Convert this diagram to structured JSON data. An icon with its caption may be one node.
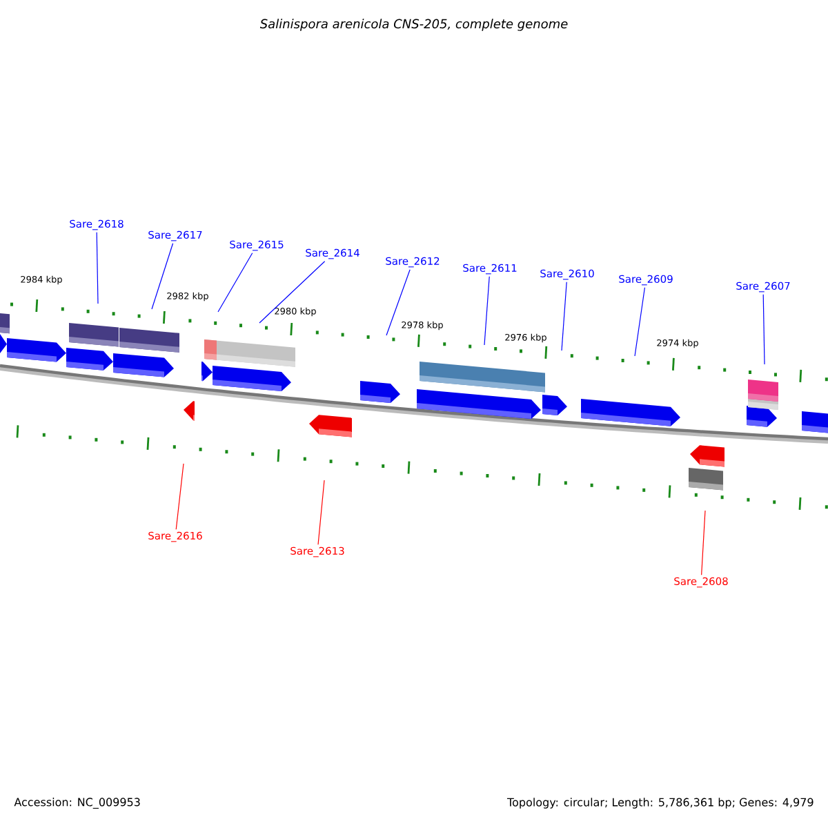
{
  "diagram": {
    "title": "Salinispora arenicola CNS-205, complete genome",
    "nodes": [
      {
        "text": [
          "Sare_2618"
        ]
      },
      {
        "text": [
          "Sare_2617"
        ]
      },
      {
        "text": [
          "Sare_2615"
        ]
      },
      {
        "text": [
          "Sare_2614"
        ]
      },
      {
        "text": [
          "Sare_2612"
        ]
      },
      {
        "text": [
          "Sare_2611"
        ]
      },
      {
        "text": [
          "Sare_2610"
        ]
      },
      {
        "text": [
          "Sare_2609"
        ]
      },
      {
        "text": [
          "Sare_2607"
        ]
      },
      {
        "text": [
          "Sare_2616"
        ]
      },
      {
        "text": [
          "Sare_2613"
        ]
      },
      {
        "text": [
          "Sare_2608"
        ]
      }
    ],
    "edges": [
      {
        "from": 0,
        "to": null,
        "arrow": "none"
      },
      {
        "from": 1,
        "to": null,
        "arrow": "none"
      },
      {
        "from": 2,
        "to": null,
        "arrow": "none"
      },
      {
        "from": 3,
        "to": null,
        "arrow": "none"
      },
      {
        "from": 4,
        "to": null,
        "arrow": "none"
      },
      {
        "from": 5,
        "to": null,
        "arrow": "none"
      },
      {
        "from": 6,
        "to": null,
        "arrow": "none"
      },
      {
        "from": 7,
        "to": null,
        "arrow": "none"
      },
      {
        "from": 8,
        "to": null,
        "arrow": "none"
      },
      {
        "from": 9,
        "to": null,
        "arrow": "none",
        "color": "#ff0000"
      },
      {
        "from": 10,
        "to": null,
        "arrow": "none",
        "color": "#ff0000"
      },
      {
        "from": 11,
        "to": null,
        "arrow": "none",
        "color": "#ff0000"
      }
    ],
    "labels": [
      "2984 kbp",
      "2982 kbp",
      "2980 kbp",
      "2978 kbp",
      "2976 kbp",
      "2974 kbp",
      "Accession: NC_009953",
      "Topology: circular; Length: 5,786,361 bp; Genes: 4,979"
    ]
  }
}
